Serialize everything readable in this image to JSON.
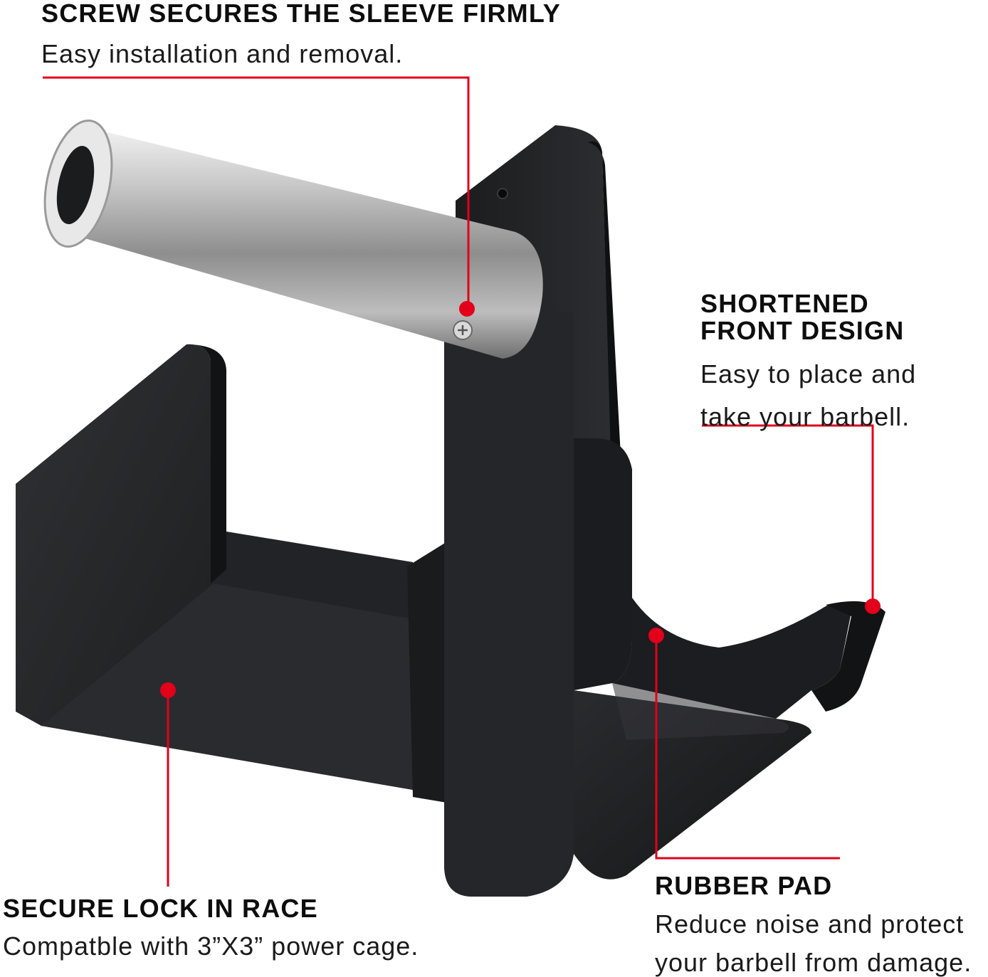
{
  "callouts": {
    "screw": {
      "title": "SCREW SECURES THE SLEEVE FIRMLY",
      "desc": "Easy installation and removal."
    },
    "front": {
      "title_line1": "SHORTENED",
      "title_line2": "FRONT DESIGN",
      "desc_line1": "Easy to place and",
      "desc_line2": "take your barbell."
    },
    "lock": {
      "title": "SECURE LOCK IN RACE",
      "desc": "Compatble with 3”X3” power cage."
    },
    "rubber": {
      "title": "RUBBER PAD",
      "desc_line1": "Reduce noise and protect",
      "desc_line2": "your barbell from damage."
    }
  },
  "colors": {
    "accent": "#e2001a",
    "product_dark": "#1c1d1f",
    "product_mid": "#2b2c2f",
    "sleeve_light": "#dcdcdc"
  },
  "icons": {
    "marker": "red-dot-marker",
    "screw": "phillips-screw-icon"
  }
}
